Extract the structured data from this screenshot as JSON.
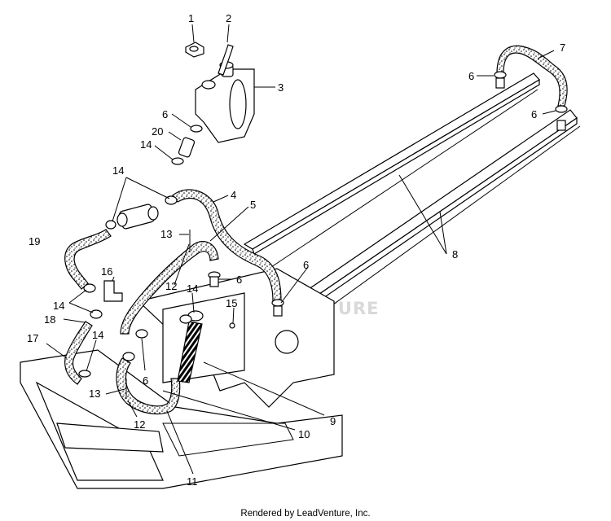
{
  "diagram": {
    "callouts": [
      "1",
      "2",
      "3",
      "4",
      "5",
      "6",
      "6",
      "6",
      "6",
      "6",
      "6",
      "7",
      "8",
      "9",
      "10",
      "11",
      "12",
      "12",
      "13",
      "13",
      "14",
      "14",
      "14",
      "14",
      "14",
      "15",
      "16",
      "17",
      "18",
      "19",
      "20"
    ],
    "watermark": "LEADVENTURE",
    "footer": "Rendered by LeadVenture, Inc."
  }
}
